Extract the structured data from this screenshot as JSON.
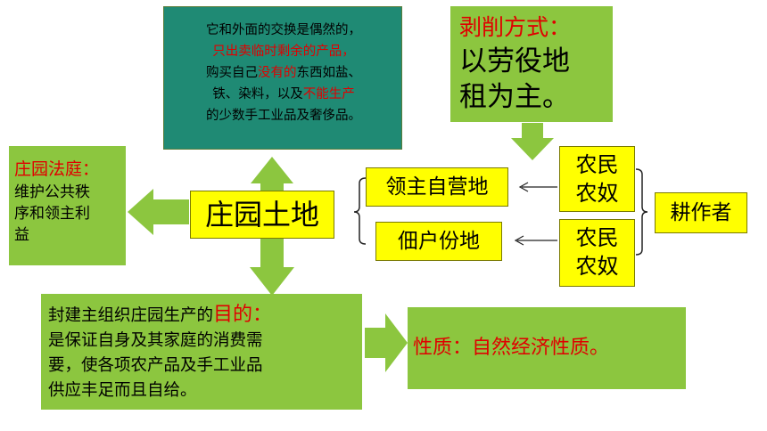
{
  "top_box": {
    "l1": "它和外面的交换是偶然的，",
    "l2": "只出卖临时剩余的产品，",
    "l3a": "购买自己",
    "l3b": "没有的",
    "l3c": "东西如盐、",
    "l4a": "铁、染料，以及",
    "l4b": "不能生产",
    "l5": "的少数手工业品及奢侈品。"
  },
  "exploit_box": {
    "title": "剥削方式：",
    "l1": "以劳役地",
    "l2": "租为主。"
  },
  "court_box": {
    "title": "庄园法庭：",
    "l1": "维护公共秩",
    "l2": "序和领主利",
    "l3": "益"
  },
  "center": {
    "label": "庄园土地"
  },
  "lord_land": {
    "label": "领主自营地"
  },
  "tenant_land": {
    "label": "佃户份地"
  },
  "serfs_top": {
    "l1": "农民",
    "l2": "农奴"
  },
  "serfs_bottom": {
    "l1": "农民",
    "l2": "农奴"
  },
  "cultivators": {
    "label": "耕作者"
  },
  "purpose_box": {
    "l1a": "封建主组织庄园生产的",
    "l1b": "目的：",
    "l2": "是保证自身及其家庭的消费需",
    "l3": "要，使各项农产品及手工业品",
    "l4": "供应丰足而且自给。"
  },
  "nature_box": {
    "label": "性质：自然经济性质。"
  },
  "colors": {
    "green": "#8cc63f",
    "teal": "#1f8a74",
    "yellow": "#ffff00",
    "red": "#e00000"
  }
}
